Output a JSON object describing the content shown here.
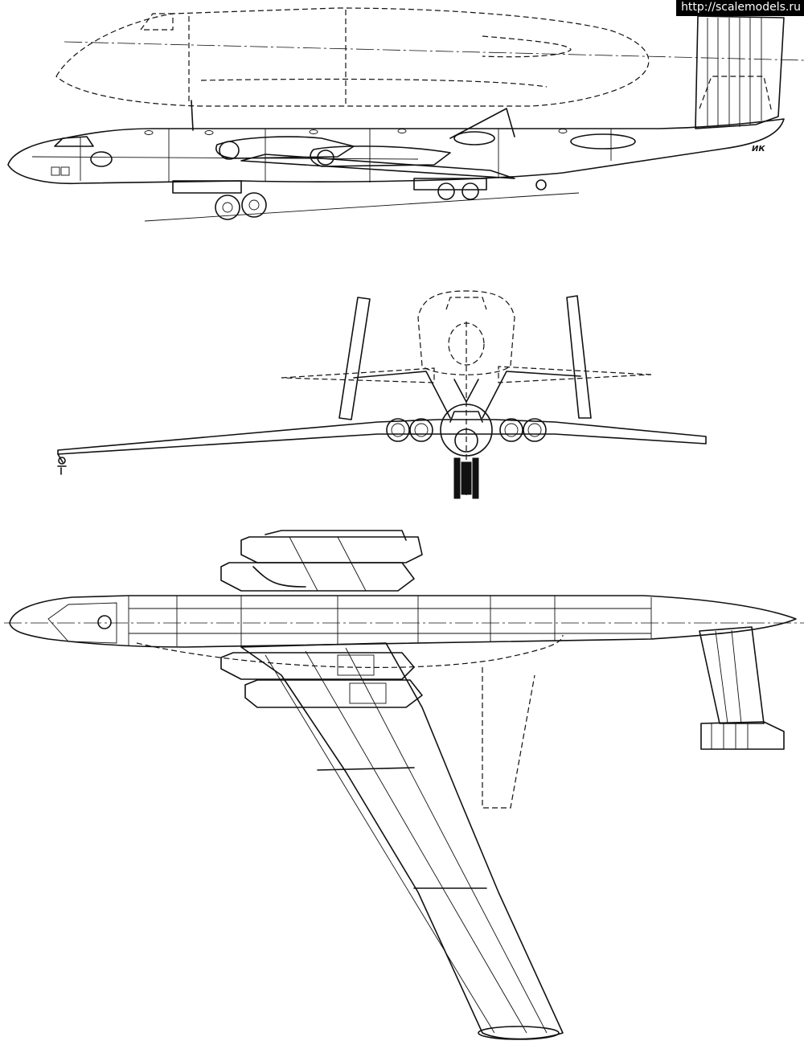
{
  "watermark": {
    "text": "http://scalemodels.ru"
  },
  "drawing": {
    "artist_initials": "ИК",
    "views": [
      "side-view",
      "front-view",
      "plan-view"
    ]
  }
}
